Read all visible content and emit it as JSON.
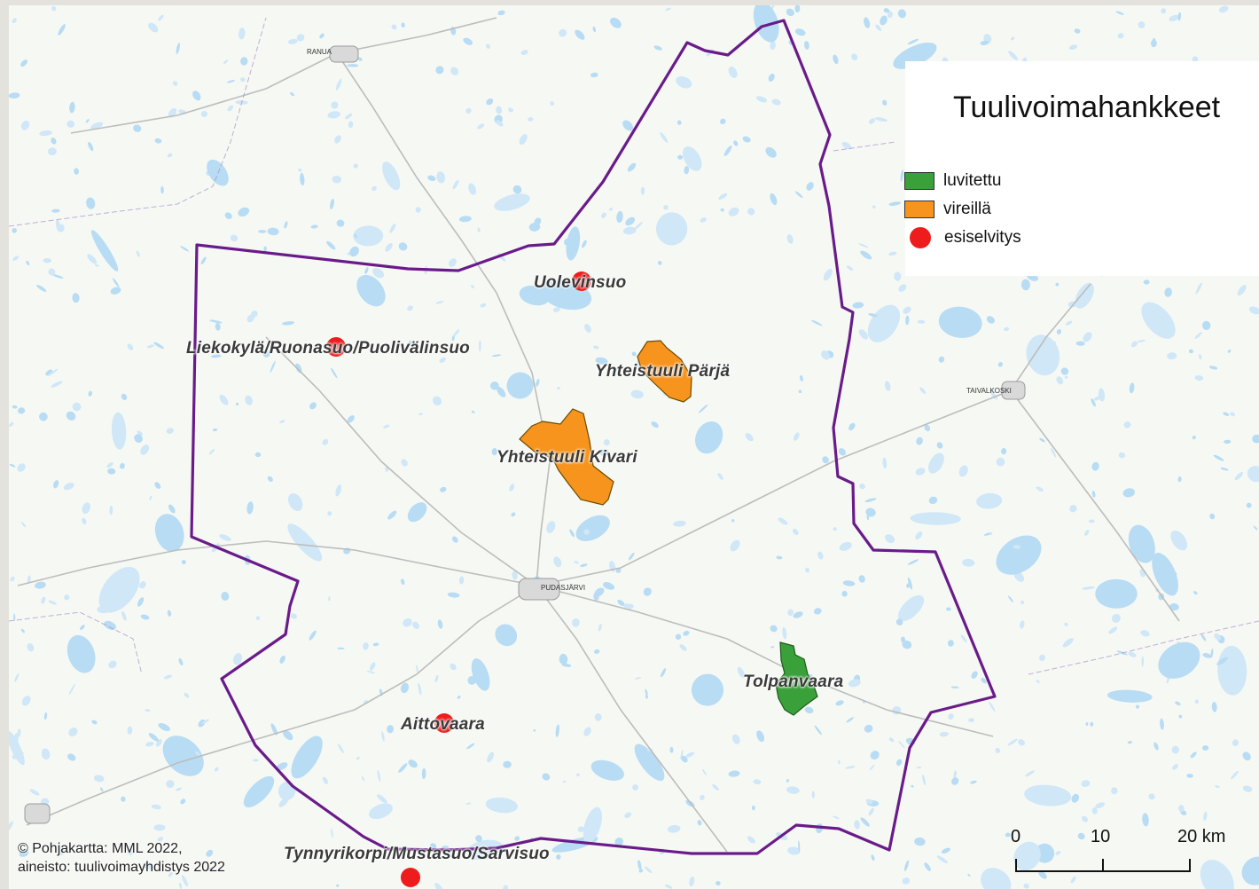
{
  "legend": {
    "title": "Tuulivoimahankkeet",
    "items": [
      {
        "label": "luvitettu",
        "color": "#3aa13a",
        "kind": "polygon"
      },
      {
        "label": "vireillä",
        "color": "#f7941d",
        "kind": "polygon"
      },
      {
        "label": "esiselvitys",
        "color": "#ee1c1c",
        "kind": "point"
      }
    ]
  },
  "projects": [
    {
      "name": "Uolevinsuo",
      "status": "esiselvitys"
    },
    {
      "name": "Liekokylä/Ruonasuo/Puolivälinsuo",
      "status": "esiselvitys"
    },
    {
      "name": "Yhteistuuli Pärjä",
      "status": "vireillä"
    },
    {
      "name": "Yhteistuuli Kivari",
      "status": "vireillä"
    },
    {
      "name": "Tolpanvaara",
      "status": "luvitettu"
    },
    {
      "name": "Aittovaara",
      "status": "esiselvitys"
    },
    {
      "name": "Tynnyrikorpi/Mustasuo/Sarvisuo",
      "status": "esiselvitys"
    }
  ],
  "places": {
    "ranua": "RANUA",
    "pudasjarvi": "PUDASJÄRVI",
    "taivalkoski": "TAIVALKOSKI"
  },
  "credits": {
    "line1": "© Pohjakartta: MML 2022,",
    "line2": "aineisto: tuulivoimayhdistys 2022"
  },
  "scale": {
    "tick0": "0",
    "tick1": "10",
    "tick2": "20 km"
  },
  "colors": {
    "boundary": "#6a1b8a",
    "water": "#cfe7f7",
    "road": "#b9b9b9"
  }
}
